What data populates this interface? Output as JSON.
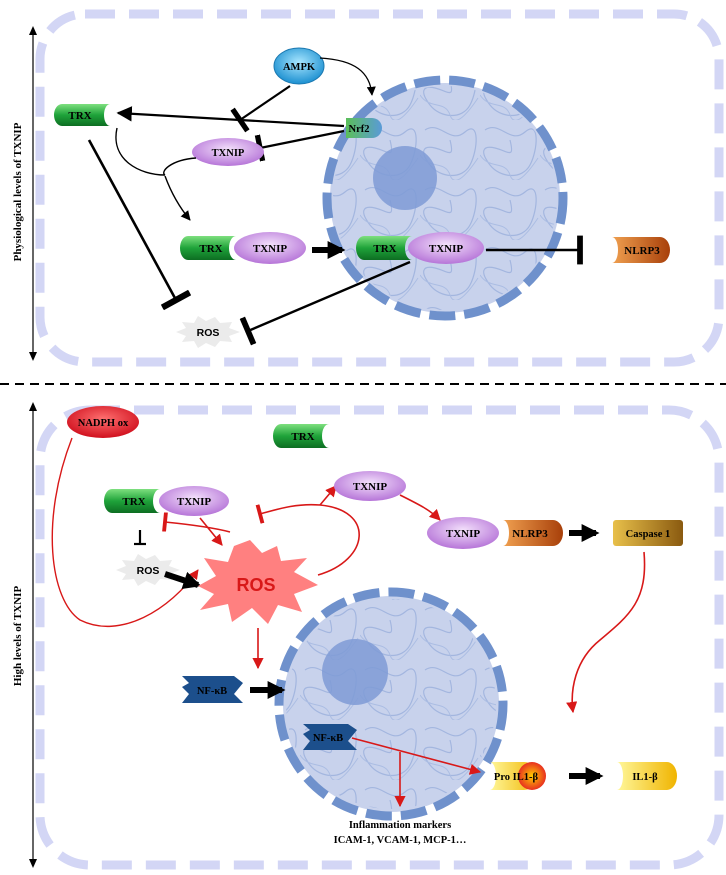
{
  "side_labels": {
    "top": "Physiological levels of TXNIP",
    "bottom": "High levels of TXNIP"
  },
  "nodes": {
    "ampk": "AMPK",
    "nrf2": "Nrf2",
    "trx_top": "TRX",
    "txnip_top": "TXNIP",
    "complex_trx": "TRX",
    "complex_txnip": "TXNIP",
    "nuc_trx": "TRX",
    "nuc_txnip": "TXNIP",
    "nlrp3_top": "NLRP3",
    "ros_top": "ROS",
    "nadph": "NADPH ox",
    "trx_bottom": "TRX",
    "txnip_bottom": "TXNIP",
    "txnip_free": "TXNIP",
    "trx_free": "TRX",
    "ros_small": "ROS",
    "ros_big": "ROS",
    "txnip_nlrp3_txnip": "TXNIP",
    "txnip_nlrp3_nlrp3": "NLRP3",
    "caspase": "Caspase 1",
    "nfkb_out": "NF-κB",
    "nfkb_in": "NF-κB",
    "pro_il1b": "Pro IL1-β",
    "il1b": "IL1-β"
  },
  "inflammation": {
    "title": "Inflammation markers",
    "list": "ICAM-1, VCAM-1, MCP-1…"
  },
  "colors": {
    "panel_dash": "#d3d6f5",
    "nucleus_fill": "#c8d2ec",
    "nucleus_membrane": "#6f91cc",
    "nucleolus": "#7f9bd6",
    "trx_green": "#1fa33a",
    "txnip_purple": "#c58be0",
    "nlrp3_orange": "#c85a12",
    "ros_red": "#ff8080",
    "red_arrow": "#d81818",
    "nfkb_blue": "#1c4f8c",
    "il1b_yellow": "#f5d000",
    "caspase_gold": "#c8941a",
    "ampk_blue": "#33aadd",
    "nadph_red": "#ee1c2a"
  }
}
